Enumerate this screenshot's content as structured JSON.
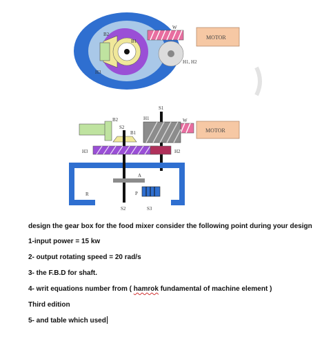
{
  "diagram_top": {
    "labels": {
      "b2": "B2",
      "b1": "B1",
      "h3": "H3",
      "w": "W",
      "h1h2": "H1, H2",
      "motor": "MOTOR"
    }
  },
  "diagram_bottom": {
    "labels": {
      "s1": "S1",
      "b2": "B2",
      "h1": "H1",
      "s2_top": "S2",
      "b1": "B1",
      "w": "W",
      "h3": "H3",
      "h2": "H2",
      "motor": "MOTOR",
      "a": "A",
      "r": "R",
      "p": "P",
      "s2_bottom": "S2",
      "s3": "S3"
    }
  },
  "document": {
    "intro": "design the gear box for the food mixer consider the following point during your design",
    "item1": "1-input power = 15 kw",
    "item2": "2- output rotating speed = 20 rad/s",
    "item3": "3- the F.B.D for shaft.",
    "item4_pre": "4- writ equations number from ( ",
    "item4_word": "hamrok",
    "item4_post": " fundamental of machine element )",
    "item4b": "Third edition",
    "item5": "5- and table which used"
  },
  "colors": {
    "blue": "#2f6fd0",
    "violet": "#9a4fd6",
    "pink": "#e86ea0",
    "yellow": "#f0e89a",
    "green": "#bfe3a0",
    "maroon": "#b0305a",
    "lightblue": "#a9c8e8",
    "motor": "#f6c8a4"
  }
}
